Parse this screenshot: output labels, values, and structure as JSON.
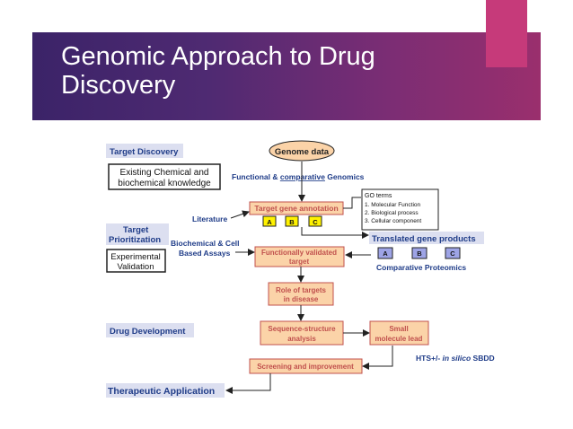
{
  "slide": {
    "title_line1": "Genomic Approach to Drug",
    "title_line2": "Discovery"
  },
  "stages": {
    "target_discovery": "Target Discovery",
    "target_prioritization_1": "Target",
    "target_prioritization_2": "Prioritization",
    "drug_development": "Drug Development",
    "therapeutic_application": "Therapeutic Application"
  },
  "boxes": {
    "genome_data": "Genome data",
    "existing_1": "Existing Chemical and",
    "existing_2": "biochemical knowledge",
    "functional_genomics_1": "Functional & ",
    "functional_genomics_2": "comparative",
    "functional_genomics_3": " Genomics",
    "literature": "Literature",
    "target_gene_annotation": "Target gene annotation",
    "abc_a": "A",
    "abc_b": "B",
    "abc_c": "C",
    "go_terms_title": "GO terms",
    "go_terms_1": "1. Molecular Function",
    "go_terms_2": "2. Biological process",
    "go_terms_3": "3. Cellular component",
    "translated_gene_products": "Translated gene products",
    "tgp_a": "A",
    "tgp_b": "B",
    "tgp_c": "C",
    "comparative_proteomics": "Comparative Proteomics",
    "biochemical_1": "Biochemical & Cell",
    "biochemical_2": "Based Assays",
    "experimental_1": "Experimental",
    "experimental_2": "Validation",
    "functionally_validated_1": "Functionally validated",
    "functionally_validated_2": "target",
    "role_targets_1": "Role of targets",
    "role_targets_2": "in disease",
    "sequence_structure_1": "Sequence-structure",
    "sequence_structure_2": "analysis",
    "small_molecule_1": "Small",
    "small_molecule_2": "molecule lead",
    "hts_1": "HTS+/- ",
    "hts_2": "in silico",
    "hts_3": " SBDD",
    "screening": "Screening and improvement"
  },
  "colors": {
    "box_fill": "#fbd3a8",
    "box_border": "#c0504d",
    "stage_fill": "#dcdff0",
    "stage_text": "#1f3c88",
    "abc_fill": "#fff200",
    "tgp_fill": "#9ea4e6"
  }
}
